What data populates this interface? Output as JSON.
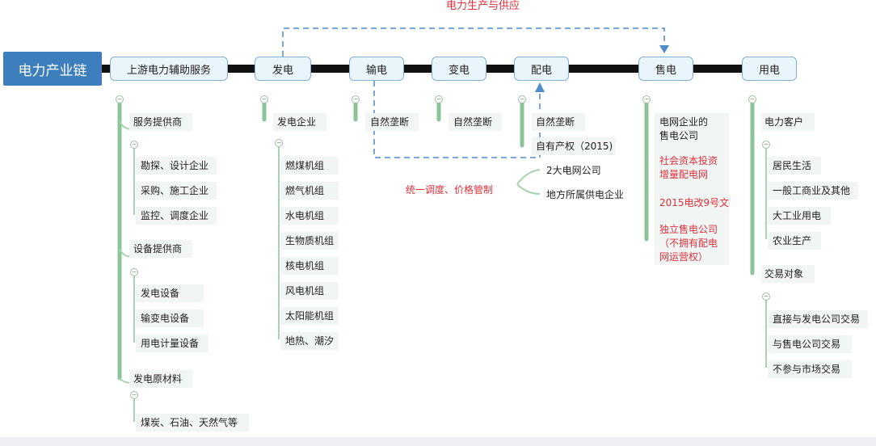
{
  "title": "电力生产与供应",
  "root": "电力产业链",
  "nodes": {
    "upstream": "上游电力辅助服务",
    "generation": "发电",
    "transmission": "输电",
    "transformation": "变电",
    "distribution": "配电",
    "sales": "售电",
    "consumption": "用电"
  },
  "upstream_branch": {
    "service_providers": {
      "label": "服务提供商",
      "items": [
        "勘探、设计企业",
        "采购、施工企业",
        "监控、调度企业"
      ]
    },
    "equipment_providers": {
      "label": "设备提供商",
      "items": [
        "发电设备",
        "输变电设备",
        "用电计量设备"
      ]
    },
    "raw_materials": {
      "label": "发电原材料",
      "items": [
        "煤炭、石油、天然气等"
      ]
    }
  },
  "generation_branch": {
    "label": "发电企业",
    "items": [
      "燃煤机组",
      "燃气机组",
      "水电机组",
      "生物质机组",
      "核电机组",
      "风电机组",
      "太阳能机组",
      "地热、潮汐"
    ]
  },
  "transmission_branch": {
    "label": "自然垄断"
  },
  "transformation_branch": {
    "label": "自然垄断"
  },
  "distribution_branch": {
    "items": [
      "自然垄断",
      "自有产权（2015)"
    ]
  },
  "control": {
    "label": "统一调度、价格管制",
    "items": [
      "2大电网公司",
      "地方所属供电企业"
    ]
  },
  "sales_branch": {
    "grid_sales": [
      "电网企业的",
      "售电公司"
    ],
    "social_capital": [
      "社会资本投资",
      "增量配电网"
    ],
    "reform": "2015电改9号文",
    "independent": [
      "独立售电公司",
      "（不拥有配电",
      "网运营权）"
    ]
  },
  "consumption_branch": {
    "customers": {
      "label": "电力客户",
      "items": [
        "居民生活",
        "一般工商业及其他",
        "大工业用电",
        "农业生产"
      ]
    },
    "trade": {
      "label": "交易对象",
      "items": [
        "直接与发电公司交易",
        "与售电公司交易",
        "不参与市场交易"
      ]
    }
  },
  "colors": {
    "root": "#3d7fbd",
    "node_border": "#7fb2d6",
    "node_fill": "#eaf4fb",
    "branch": "#8cc49a",
    "dash": "#4f8cc9",
    "red": "#e0313b"
  }
}
